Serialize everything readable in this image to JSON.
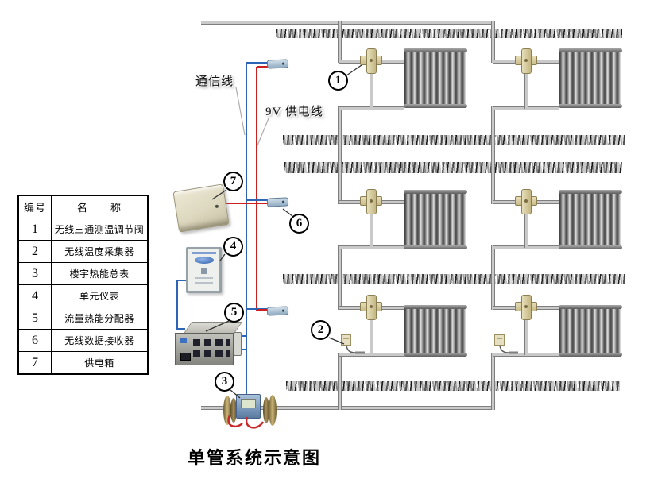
{
  "title": "单管系统示意图",
  "legend": {
    "header_no": "编号",
    "header_name": "名　　称",
    "rows": [
      {
        "no": "1",
        "name": "无线三通测温调节阀"
      },
      {
        "no": "2",
        "name": "无线温度采集器"
      },
      {
        "no": "3",
        "name": "楼宇热能总表"
      },
      {
        "no": "4",
        "name": "单元仪表"
      },
      {
        "no": "5",
        "name": "流量热能分配器"
      },
      {
        "no": "6",
        "name": "无线数据接收器"
      },
      {
        "no": "7",
        "name": "供电箱"
      }
    ]
  },
  "wire_labels": {
    "comm": "通信线",
    "power": "9V 供电线"
  },
  "callouts": [
    {
      "n": "1"
    },
    {
      "n": "2"
    },
    {
      "n": "3"
    },
    {
      "n": "4"
    },
    {
      "n": "5"
    },
    {
      "n": "6"
    },
    {
      "n": "7"
    }
  ],
  "colors": {
    "comm_wire": "#2e64b5",
    "power_wire": "#cc2020",
    "pipe": "#c9c9c9",
    "valve_body": "#d9cfa6",
    "receiver_body": "#a9c0d4",
    "meter_body": "#7290b4",
    "flange_brass": "#c9b575"
  },
  "device_icons": {
    "valve": "three-way-valve-icon",
    "radiator": "radiator-icon",
    "receiver": "wireless-receiver-icon",
    "temp_collector": "temperature-collector-icon",
    "heat_meter": "heat-meter-icon",
    "unit_meter": "unit-meter-panel-icon",
    "distributor": "flow-distributor-box-icon",
    "power_box": "power-supply-box-icon"
  }
}
